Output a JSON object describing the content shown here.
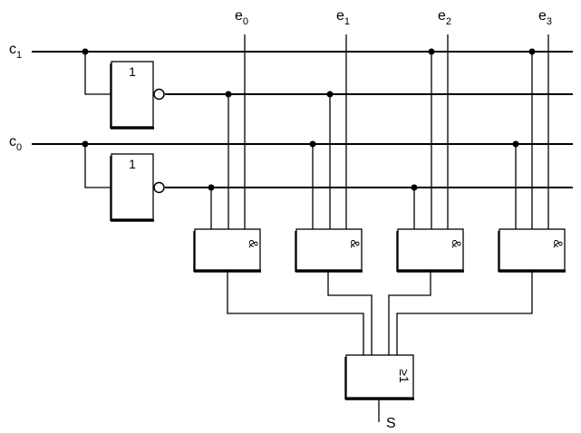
{
  "inputs": {
    "c1": {
      "base": "c",
      "sub": "1"
    },
    "c0": {
      "base": "c",
      "sub": "0"
    }
  },
  "data_inputs": [
    {
      "base": "e",
      "sub": "0"
    },
    {
      "base": "e",
      "sub": "1"
    },
    {
      "base": "e",
      "sub": "2"
    },
    {
      "base": "e",
      "sub": "3"
    }
  ],
  "gates": {
    "not_symbol": "1",
    "and_symbol": "&",
    "or_symbol": "≥1"
  },
  "output": {
    "label": "S"
  }
}
